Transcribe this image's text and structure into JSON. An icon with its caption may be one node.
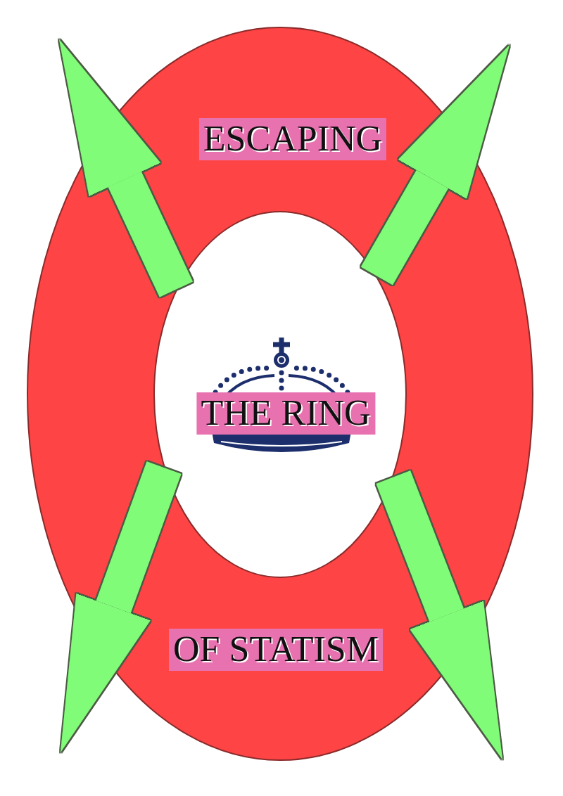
{
  "diagram": {
    "nodes": [
      {
        "text": [
          "ESCAPING",
          "OF STATISM"
        ]
      },
      {
        "text": [
          "THE RING"
        ],
        "in": 0
      }
    ],
    "edges": [
      {
        "from": 1,
        "to": null,
        "arrow": "to"
      },
      {
        "from": 1,
        "to": null,
        "arrow": "to"
      },
      {
        "from": 1,
        "to": null,
        "arrow": "to"
      },
      {
        "from": 1,
        "to": null,
        "arrow": "to"
      }
    ]
  }
}
